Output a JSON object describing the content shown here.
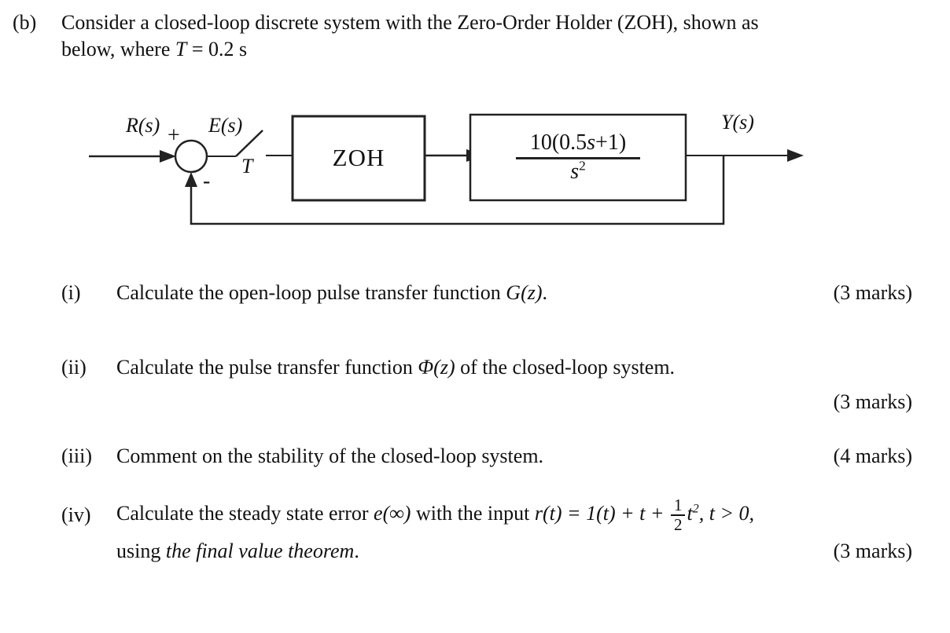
{
  "header": {
    "label": "(b)",
    "line1": "Consider a closed-loop discrete system with the Zero-Order Holder (ZOH), shown as",
    "line2_prefix": "below, where ",
    "line2_var": "T",
    "line2_value": " = 0.2 s"
  },
  "diagram": {
    "input_label": "R(s)",
    "plus_sign": "+",
    "error_label": "E(s)",
    "sampler_period": "T",
    "minus_sign": "-",
    "zoh_label": "ZOH",
    "plant_num_pre": "10(0.5",
    "plant_num_var": "s",
    "plant_num_post": "+1)",
    "plant_den_var": "s",
    "plant_den_exp": "2",
    "output_label": "Y(s)"
  },
  "questions": {
    "q1": {
      "label": "(i)",
      "text": "Calculate the open-loop pulse transfer function ",
      "math": "G(z)",
      "after": ".",
      "marks": "(3 marks)"
    },
    "q2": {
      "label": "(ii)",
      "text": "Calculate the pulse transfer function ",
      "math": "Φ(z)",
      "after": " of the closed-loop system.",
      "marks": "(3 marks)"
    },
    "q3": {
      "label": "(iii)",
      "text": "Comment on the stability of the closed-loop system.",
      "marks": "(4 marks)"
    },
    "q4": {
      "label": "(iv)",
      "text": "Calculate the steady state error ",
      "math_error": "e(∞)",
      "mid": " with the input ",
      "math_input": "r(t) = 1(t) + t + ",
      "frac_num": "1",
      "frac_den": "2",
      "t_var": "t",
      "t_exp": "2",
      "tail": ", t > 0,",
      "line2_normal": "using ",
      "line2_italic": "the final value theorem",
      "line2_end": ".",
      "marks": "(3 marks)"
    }
  }
}
